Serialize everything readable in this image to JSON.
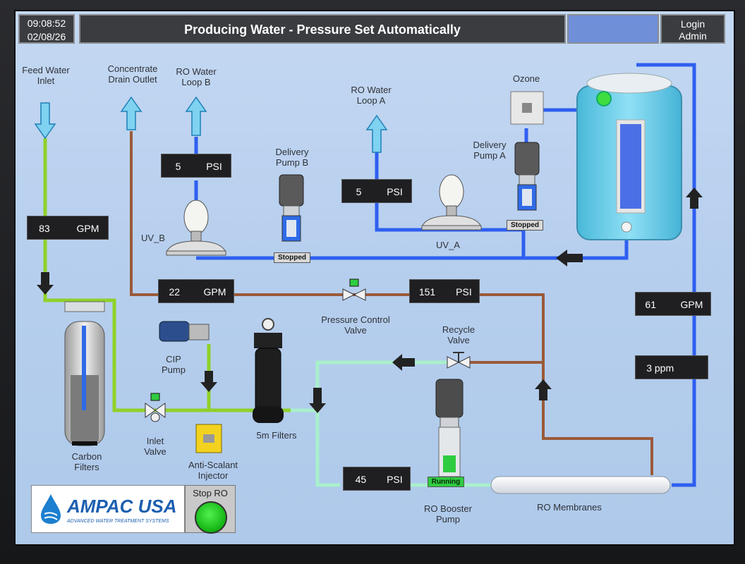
{
  "header": {
    "time": "09:08:52",
    "date": "02/08/26",
    "title": "Producing Water - Pressure Set Automatically",
    "login_line1": "Login",
    "login_line2": "Admin"
  },
  "labels": {
    "feed_water_inlet_1": "Feed Water",
    "feed_water_inlet_2": "Inlet",
    "concentrate_drain_1": "Concentrate",
    "concentrate_drain_2": "Drain Outlet",
    "ro_loop_b_1": "RO Water",
    "ro_loop_b_2": "Loop B",
    "ro_loop_a_1": "RO Water",
    "ro_loop_a_2": "Loop A",
    "delivery_pump_b_1": "Delivery",
    "delivery_pump_b_2": "Pump B",
    "delivery_pump_a_1": "Delivery",
    "delivery_pump_a_2": "Pump A",
    "ozone": "Ozone",
    "uv_b": "UV_B",
    "uv_a": "UV_A",
    "pressure_control_valve_1": "Pressure Control",
    "pressure_control_valve_2": "Valve",
    "recycle_valve_1": "Recycle",
    "recycle_valve_2": "Valve",
    "cip_pump_1": "CIP",
    "cip_pump_2": "Pump",
    "carbon_filters_1": "Carbon",
    "carbon_filters_2": "Filters",
    "inlet_valve_1": "Inlet",
    "inlet_valve_2": "Valve",
    "anti_scalant_1": "Anti-Scalant",
    "anti_scalant_2": "Injector",
    "filters_5m": "5m Filters",
    "ro_booster_1": "RO Booster",
    "ro_booster_2": "Pump",
    "ro_membranes": "RO Membranes"
  },
  "readouts": {
    "loop_b_psi": {
      "value": "5",
      "unit": "PSI"
    },
    "loop_a_psi": {
      "value": "5",
      "unit": "PSI"
    },
    "feed_gpm": {
      "value": "83",
      "unit": "GPM"
    },
    "concentrate_gpm": {
      "value": "22",
      "unit": "GPM"
    },
    "ro_pressure_psi": {
      "value": "151",
      "unit": "PSI"
    },
    "product_gpm": {
      "value": "61",
      "unit": "GPM"
    },
    "ozone_ppm": {
      "value": "3 ppm"
    },
    "booster_psi": {
      "value": "45",
      "unit": "PSI"
    }
  },
  "status": {
    "pump_b": "Stopped",
    "pump_a": "Stopped",
    "booster": "Running"
  },
  "logo": {
    "name": "AMPAC USA",
    "tagline": "ADVANCED WATER TREATMENT SYSTEMS"
  },
  "stop_ro": {
    "label": "Stop RO"
  },
  "colors": {
    "feed_line": "#8fd12a",
    "drain_line": "#9a5a3a",
    "product_line": "#2e5ff0",
    "filtered_line": "#a8f0cc",
    "screen_bg": "#b7cfee"
  }
}
